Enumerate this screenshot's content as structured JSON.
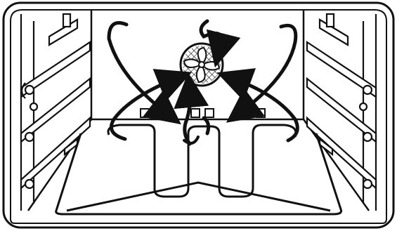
{
  "diagram": {
    "subject": "oven-interior-convection-airflow",
    "colors": {
      "line": "#111111",
      "background": "#ffffff",
      "fill": "#ffffff"
    },
    "parts": {
      "racks_per_side": 3,
      "heating_element_loop": true,
      "fan_present": true,
      "airflow_arrows": 8
    }
  }
}
